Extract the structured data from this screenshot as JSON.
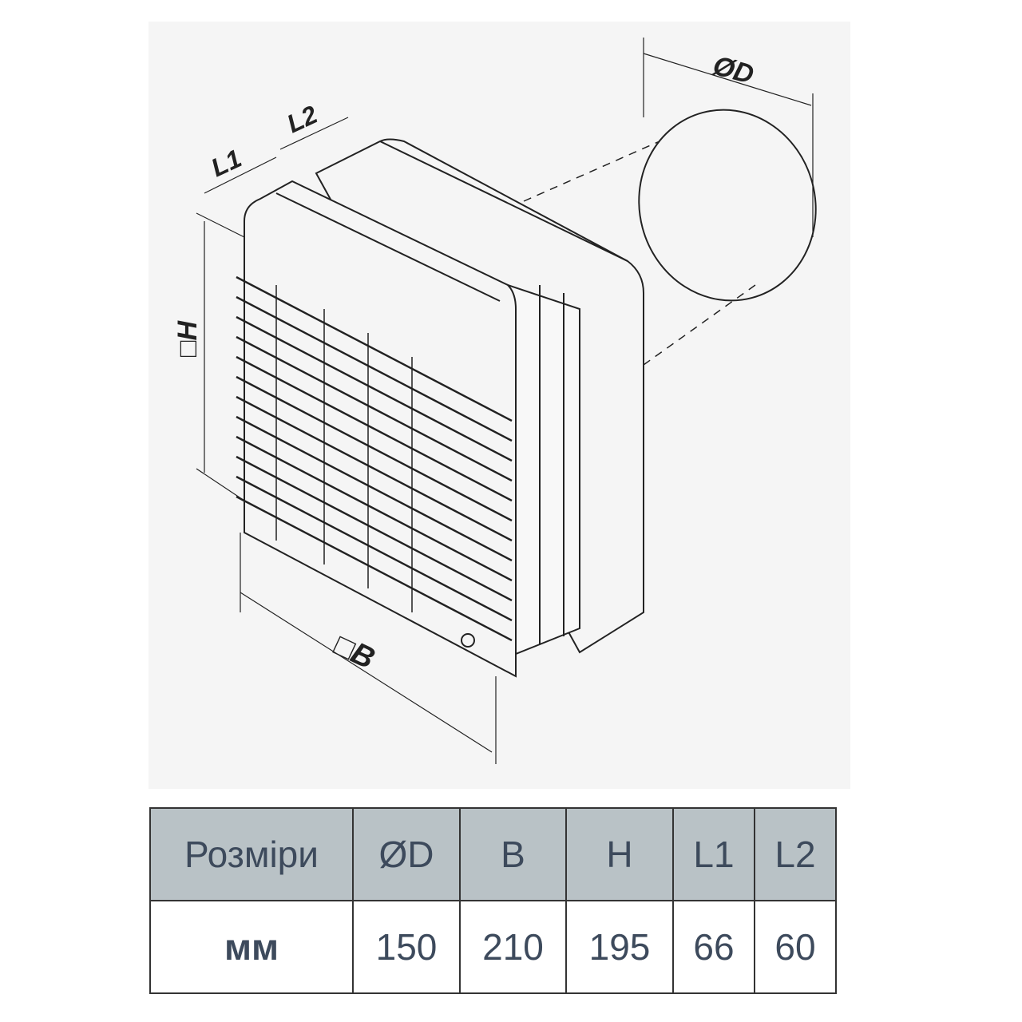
{
  "diagram": {
    "labels": {
      "d": "ØD",
      "b": "□B",
      "h": "□H",
      "l1": "L1",
      "l2": "L2"
    }
  },
  "table": {
    "headers": [
      "Розміри",
      "ØD",
      "B",
      "H",
      "L1",
      "L2"
    ],
    "row": [
      "мм",
      "150",
      "210",
      "195",
      "66",
      "60"
    ]
  },
  "colors": {
    "header_bg": "#b9c2c6",
    "text": "#3d4a5c",
    "diagram_bg": "#f5f5f5"
  }
}
